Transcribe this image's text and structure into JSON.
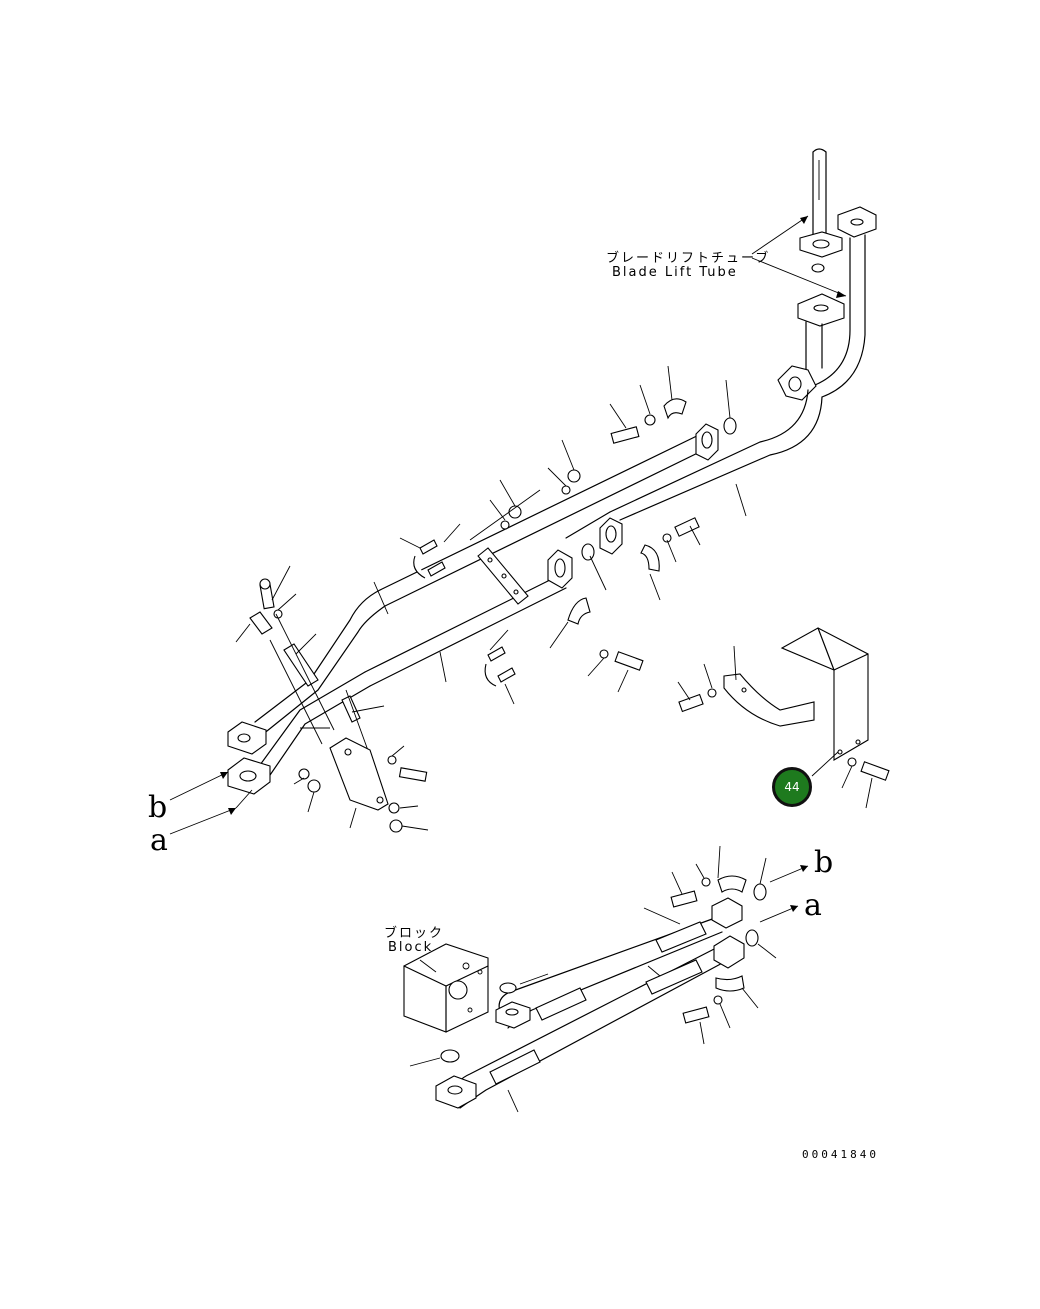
{
  "callouts": {
    "blade_lift_tube": {
      "jp": "ブレードリフトチューブ",
      "en": "Blade Lift Tube"
    },
    "block": {
      "jp": "ブロック",
      "en": "Block"
    }
  },
  "connection_markers": {
    "upper_b": "b",
    "upper_a": "a",
    "lower_b": "b",
    "lower_a": "a"
  },
  "part_badge": {
    "number": "44",
    "color": "#1e7a1e"
  },
  "document_number": "00041840"
}
